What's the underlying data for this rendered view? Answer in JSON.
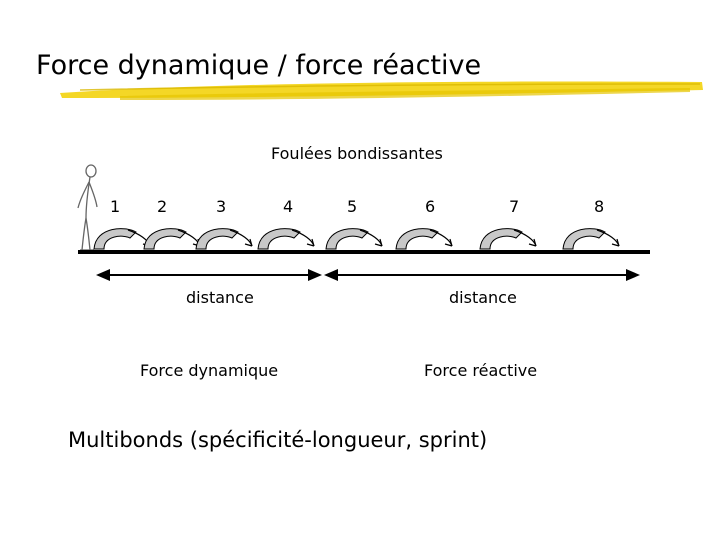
{
  "slide": {
    "title": "Force dynamique / force réactive",
    "subtitle": "Foulées bondissantes",
    "steps": [
      "1",
      "2",
      "3",
      "4",
      "5",
      "6",
      "7",
      "8"
    ],
    "distance_left": "distance",
    "distance_right": "distance",
    "force_left": "Force dynamique",
    "force_right": "Force réactive",
    "footer": "Multibonds (spécificité-longueur, sprint)"
  },
  "colors": {
    "underline": "#f2d000",
    "bound_fill": "#c8c8c8",
    "stroke": "#000000"
  }
}
